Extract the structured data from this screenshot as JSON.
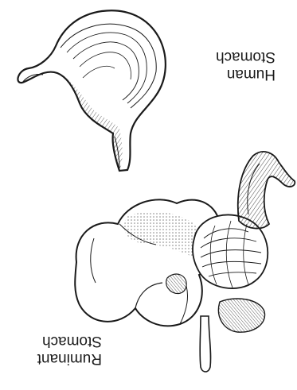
{
  "labels": {
    "human": {
      "line1": "Human",
      "line2": "Stomach"
    },
    "ruminant": {
      "line1": "Ruminant",
      "line2": "Stomach"
    }
  },
  "colors": {
    "ink": "#1a1a1a",
    "paper": "#ffffff",
    "shade": "#d9d9d9"
  }
}
